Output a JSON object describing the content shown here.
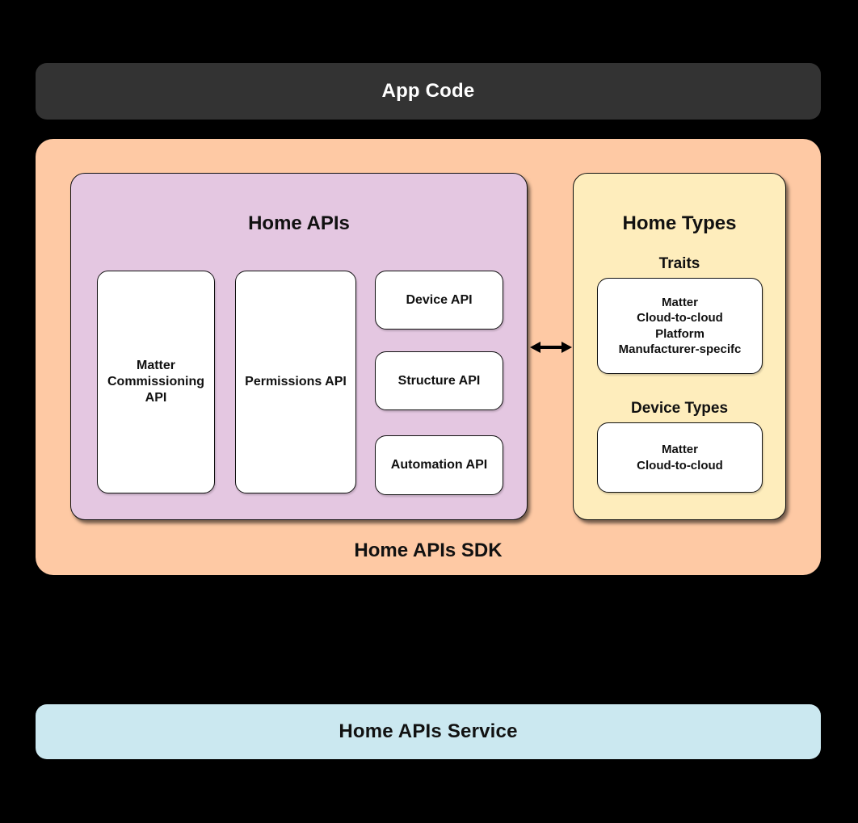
{
  "colors": {
    "canvas-bg": "#000000",
    "app-code-bg": "#333333",
    "app-code-text": "#ffffff",
    "sdk-bg": "#fec9a4",
    "home-apis-bg": "#e4c7e1",
    "home-types-bg": "#feedbc",
    "service-bg": "#cbe8f0",
    "card-bg": "#ffffff",
    "border": "#111111",
    "text": "#111111"
  },
  "app_code": {
    "label": "App Code"
  },
  "sdk": {
    "label": "Home APIs SDK",
    "home_apis": {
      "title": "Home APIs",
      "matter_commissioning_api": {
        "lines": [
          "Matter",
          "Commissioning",
          "API"
        ]
      },
      "permissions_api": {
        "label": "Permissions API"
      },
      "device_api": {
        "label": "Device API"
      },
      "structure_api": {
        "label": "Structure API"
      },
      "automation_api": {
        "label": "Automation API"
      }
    },
    "arrow_icon": "left-right-arrow",
    "home_types": {
      "title": "Home Types",
      "traits": {
        "heading": "Traits",
        "lines": [
          "Matter",
          "Cloud-to-cloud",
          "Platform",
          "Manufacturer-specifc"
        ]
      },
      "device_types": {
        "heading": "Device Types",
        "lines": [
          "Matter",
          "Cloud-to-cloud"
        ]
      }
    }
  },
  "service": {
    "label": "Home APIs Service"
  }
}
